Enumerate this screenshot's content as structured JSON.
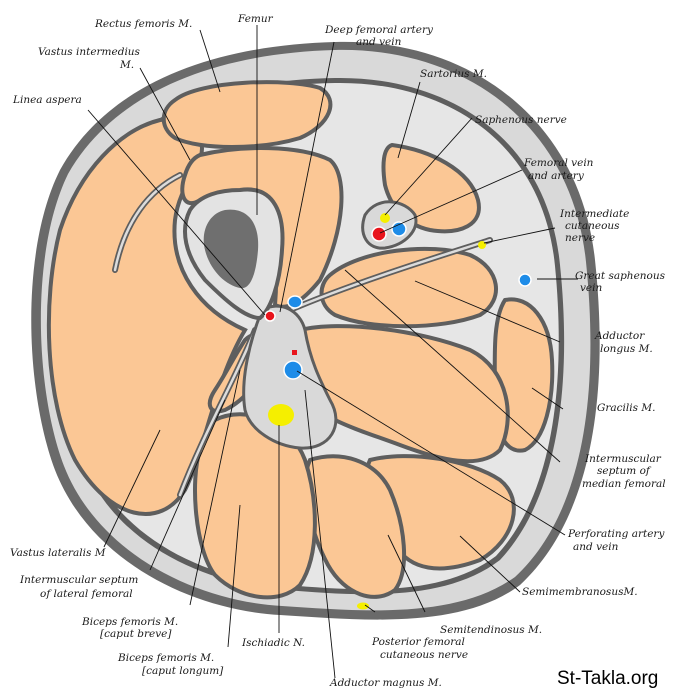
{
  "title": "Cross-section of the thigh",
  "colors": {
    "muscle": "#fbc795",
    "fascia": "#d9d9d9",
    "outline": "#5e5e5e",
    "bone_marrow": "#6f6f6f",
    "artery": "#e8141c",
    "vein": "#1e8ce8",
    "nerve": "#f5ef00"
  },
  "labels": {
    "rectus_femoris": "Rectus femoris M.",
    "femur": "Femur",
    "deep_femoral": [
      "Deep femoral artery",
      "and vein"
    ],
    "vastus_intermedius": [
      "Vastus intermedius",
      "M."
    ],
    "sartorius": "Sartorius M.",
    "linea_aspera": "Linea aspera",
    "saphenous_nerve": "Saphenous nerve",
    "femoral_vein_artery": [
      "Femoral vein",
      "and artery"
    ],
    "intermediate_cutaneous": [
      "Intermediate",
      "cutaneous",
      "nerve"
    ],
    "great_saphenous": [
      "Great saphenous",
      "vein"
    ],
    "adductor_longus": [
      "Adductor",
      "longus M."
    ],
    "gracilis": "Gracilis M.",
    "septum_median": [
      "Intermuscular",
      "septum of",
      "median femoral"
    ],
    "perforating": [
      "Perforating artery",
      "and vein"
    ],
    "vastus_lateralis": "Vastus lateralis M",
    "septum_lateral": [
      "Intermuscular septum",
      "of lateral femoral"
    ],
    "semimembranosus": "SemimembranosusM.",
    "biceps_brevis": [
      "Biceps femoris M.",
      "[caput breve]"
    ],
    "semitendinosus": "Semitendinosus M.",
    "ischiadic": "Ischiadic N.",
    "posterior_cutaneous": [
      "Posterior femoral",
      "cutaneous nerve"
    ],
    "biceps_longum": [
      "Biceps femoris M.",
      "[caput longum]"
    ],
    "adductor_magnus": "Adductor magnus M."
  },
  "watermark": "St-Takla.org"
}
